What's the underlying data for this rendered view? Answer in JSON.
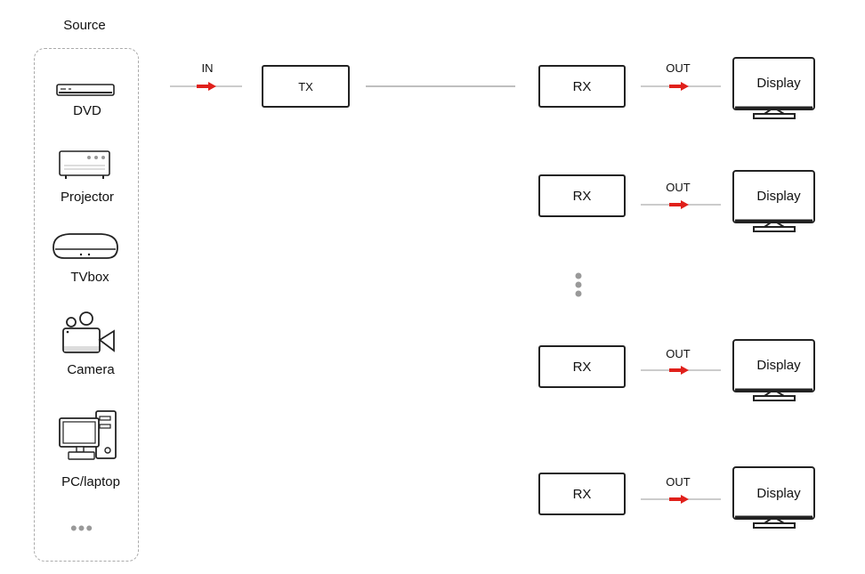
{
  "source": {
    "title": "Source",
    "items": [
      {
        "label": "DVD",
        "icon": "dvd-player-icon"
      },
      {
        "label": "Projector",
        "icon": "projector-icon"
      },
      {
        "label": "TVbox",
        "icon": "tv-box-icon"
      },
      {
        "label": "Camera",
        "icon": "video-camera-icon"
      },
      {
        "label": "PC/laptop",
        "icon": "desktop-computer-icon"
      }
    ],
    "more": "•••"
  },
  "input": {
    "label": "IN"
  },
  "transmitter": {
    "label": "TX"
  },
  "receivers": [
    {
      "label": "RX",
      "out_label": "OUT",
      "display_label": "Display"
    },
    {
      "label": "RX",
      "out_label": "OUT",
      "display_label": "Display"
    },
    {
      "label": "RX",
      "out_label": "OUT",
      "display_label": "Display"
    },
    {
      "label": "RX",
      "out_label": "OUT",
      "display_label": "Display"
    }
  ],
  "colors": {
    "arrow": "#e0201b",
    "line": "#bbbbbb",
    "stroke": "#222222",
    "dots": "#999999"
  }
}
